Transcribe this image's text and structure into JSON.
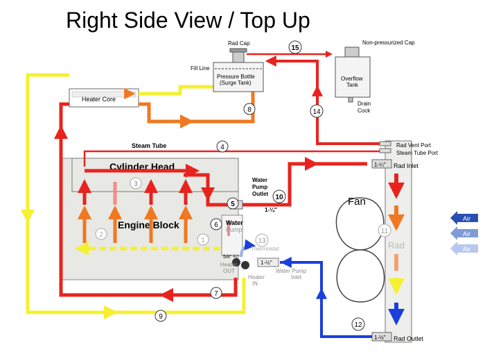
{
  "title": "Right Side View  / Top Up",
  "labels": {
    "rad_cap": "Rad Cap",
    "non_pressurized_cap": "Non-pressurized Cap",
    "fill_line": "Fill Line",
    "pressure_bottle_1": "Pressure Bottle",
    "pressure_bottle_2": "(Surge Tank)",
    "overflow_tank_1": "Overflow",
    "overflow_tank_2": "Tank",
    "drain_cock_1": "Drain",
    "drain_cock_2": "Cock",
    "heater_core": "Heater Core",
    "steam_tube": "Steam Tube",
    "rad_vent_port": "Rad Vent Port",
    "steam_tube_port": "Steam Tube Port",
    "rad_inlet": "Rad Inlet",
    "rad_inlet_size": "1-¼\"",
    "cylinder_head": "Cylinder Head",
    "engine_block": "Engine Block",
    "water_pump_outlet_1": "Water",
    "water_pump_outlet_2": "Pump",
    "water_pump_outlet_3": "Outlet",
    "outlet_size": "1-¼\"",
    "water_pump_1": "Water",
    "water_pump_2": "Pump",
    "thermostat": "Thermostat",
    "heater_out_1": "Heater",
    "heater_out_2": "OUT",
    "heater_in_1": "Heater",
    "heater_in_2": "IN",
    "pump_inlet_size": "1-½\"",
    "water_pump_inlet_1": "Water Pump",
    "water_pump_inlet_2": "Inlet",
    "heater_port_size": "5/8\" ¾\"",
    "fan": "Fan",
    "rad": "Rad",
    "rad_outlet": "Rad Outlet",
    "rad_outlet_size": "1-½\"",
    "air_1": "Air",
    "air_2": "Air",
    "air_3": "Air"
  },
  "markers": [
    "1",
    "2",
    "3",
    "4",
    "5",
    "6",
    "7",
    "8",
    "9",
    "10",
    "11",
    "12",
    "13",
    "14",
    "15"
  ],
  "colors": {
    "hot": "#e8231e",
    "warm": "#f07820",
    "cool": "#f5f032",
    "cold": "#1a3fdc",
    "air_dark": "#2a4fb0",
    "air_light": "#9db4e6",
    "engine_fill": "#e8e8e4"
  }
}
